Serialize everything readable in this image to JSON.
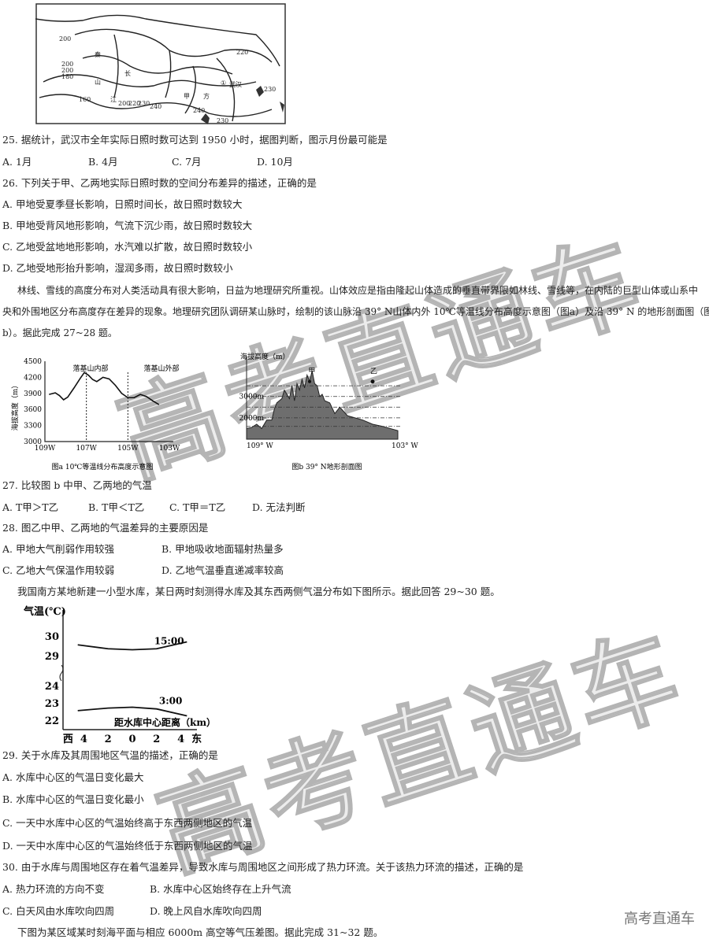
{
  "map": {
    "labels": [
      "200",
      "秦",
      "200",
      "200",
      "180",
      "山",
      "长",
      "160",
      "江",
      "200",
      "220",
      "230",
      "240",
      "甲",
      "方",
      "①",
      "武汉",
      "240",
      "220",
      "230",
      "230"
    ]
  },
  "q25": {
    "stem": "25. 据统计，武汉市全年实际日照时数可达到 1950 小时，据图判断，图示月份最可能是",
    "A": "A. 1月",
    "B": "B. 4月",
    "C": "C. 7月",
    "D": "D. 10月"
  },
  "q26": {
    "stem": "26. 下列关于甲、乙两地实际日照时数的空间分布差异的描述，正确的是",
    "A": "A. 甲地受夏季昼长影响，日照时间长，故日照时数较大",
    "B": "B. 甲地受背风地形影响，气流下沉少雨，故日照时数较大",
    "C": "C. 乙地受盆地地形影响，水汽难以扩散，故日照时数较小",
    "D": "D. 乙地受地形抬升影响，湿润多雨，故日照时数较小"
  },
  "para1": {
    "line1": "林线、雪线的高度分布对人类活动具有很大影响，日益为地理研究所重视。山体效应是指由隆起山体造成的垂直带界限如林线、雪线等，在内陆的巨型山体或山系中",
    "line2": "央和外围地区分布高度存在差异的现象。地理研究团队调研某山脉时，绘制的该山脉沿 39° N山体内外 10℃等温线分布高度示意图（图a）及沿 39° N 的地形剖面图（图",
    "line3": "b）。据此完成 27~28 题。"
  },
  "chart_data": [
    {
      "type": "line",
      "title": "图a 10℃等温线分布高度示意图",
      "ylabel": "海拔高度（m）",
      "xlabel": "",
      "x_ticks": [
        "109W",
        "107W",
        "105W",
        "103W"
      ],
      "y_ticks": [
        "4500",
        "4200",
        "3900",
        "3600",
        "3300",
        "3000"
      ],
      "ylim": [
        3000,
        4500
      ],
      "xlim": [
        109,
        103
      ],
      "annotations": [
        "落基山内部",
        "落基山外部"
      ],
      "dividers": [
        107,
        105
      ],
      "x": [
        108.8,
        108.5,
        108.3,
        108.1,
        107.9,
        107.6,
        107.3,
        107.1,
        106.9,
        106.7,
        106.5,
        106.2,
        105.9,
        105.6,
        105.3,
        105.0,
        104.7,
        104.4,
        104.1,
        103.8,
        103.5
      ],
      "y": [
        3880,
        3910,
        3860,
        3780,
        3830,
        4000,
        4180,
        4290,
        4240,
        4160,
        4120,
        4200,
        4170,
        4050,
        3900,
        3820,
        3820,
        3880,
        3840,
        3760,
        3690
      ]
    },
    {
      "type": "area",
      "title": "图b 39° N地形剖面图",
      "ylabel": "海拔高度（m）",
      "x_ticks": [
        "109° W",
        "103° W"
      ],
      "y_ticks": [
        "3000m",
        "2000m"
      ],
      "point_labels": [
        "甲",
        "乙"
      ],
      "xlim": [
        109,
        103
      ],
      "x": [
        109,
        108.8,
        108.6,
        108.4,
        108.2,
        108,
        107.9,
        107.8,
        107.6,
        107.5,
        107.3,
        107.2,
        107.1,
        107,
        106.9,
        106.8,
        106.7,
        106.6,
        106.5,
        106.4,
        106.3,
        106.2,
        106.1,
        106,
        105.9,
        105.7,
        105.5,
        105.3,
        105,
        104.7,
        104.4,
        104,
        103.6,
        103.3,
        103
      ],
      "y": [
        1500,
        1550,
        1700,
        1500,
        1900,
        1900,
        2400,
        2700,
        2900,
        3300,
        2900,
        3500,
        2800,
        3600,
        3300,
        3800,
        3400,
        4000,
        3700,
        4200,
        3600,
        3500,
        3000,
        3100,
        2800,
        2700,
        2200,
        2500,
        2100,
        2000,
        1900,
        1700,
        1600,
        1500,
        1400
      ]
    },
    {
      "type": "line",
      "title": "",
      "ylabel": "气温(℃)",
      "xlabel": "距水库中心距离（km）",
      "x_ticks": [
        "西",
        "4",
        "2",
        "0",
        "2",
        "4",
        "东"
      ],
      "y_ticks": [
        "30",
        "29",
        "24",
        "23",
        "22"
      ],
      "series": [
        {
          "name": "15:00",
          "x": [
            -4.5,
            -2,
            0,
            2,
            4.5
          ],
          "values": [
            29.55,
            29.35,
            29.3,
            29.35,
            29.7
          ]
        },
        {
          "name": "3:00",
          "x": [
            -4.5,
            -2,
            0,
            2,
            4.5
          ],
          "values": [
            22.55,
            22.7,
            22.75,
            22.65,
            22.25
          ]
        }
      ]
    }
  ],
  "q27": {
    "stem": "27. 比较图 b 中甲、乙两地的气温",
    "A": "A. T甲＞T乙",
    "B": "B. T甲＜T乙",
    "C": "C. T甲＝T乙",
    "D": "D. 无法判断"
  },
  "q28": {
    "stem": "28. 图乙中甲、乙两地的气温差异的主要原因是",
    "A": "A. 甲地大气削弱作用较强",
    "B": "B. 甲地吸收地面辐射热量多",
    "C": "C. 乙地大气保温作用较弱",
    "D": "D. 乙地气温垂直递减率较高"
  },
  "para2": "我国南方某地新建一小型水库，某日两时刻测得水库及其东西两侧气温分布如下图所示。据此回答 29~30 题。",
  "q29": {
    "stem": "29. 关于水库及其周围地区气温的描述，正确的是",
    "A": "A. 水库中心区的气温日变化最大",
    "B": "B. 水库中心区的气温日变化最小",
    "C": "C. 一天中水库中心区的气温始终高于东西两侧地区的气温",
    "D": "D. 一天中水库中心区的气温始终低于东西两侧地区的气温"
  },
  "q30": {
    "stem": "30. 由于水库与周围地区存在着气温差异，导致水库与周围地区之间形成了热力环流。关于该热力环流的描述，正确的是",
    "A": "A. 热力环流的方向不变",
    "B": "B. 水库中心区始终存在上升气流",
    "C": "C. 白天风由水库吹向四周",
    "D": "D. 晚上风自水库吹向四周"
  },
  "para3": "下图为某区域某时刻海平面与相应 6000m 高空等气压差图。据此完成 31~32 题。",
  "watermark": "高考直通车",
  "logo": "高考直通车"
}
